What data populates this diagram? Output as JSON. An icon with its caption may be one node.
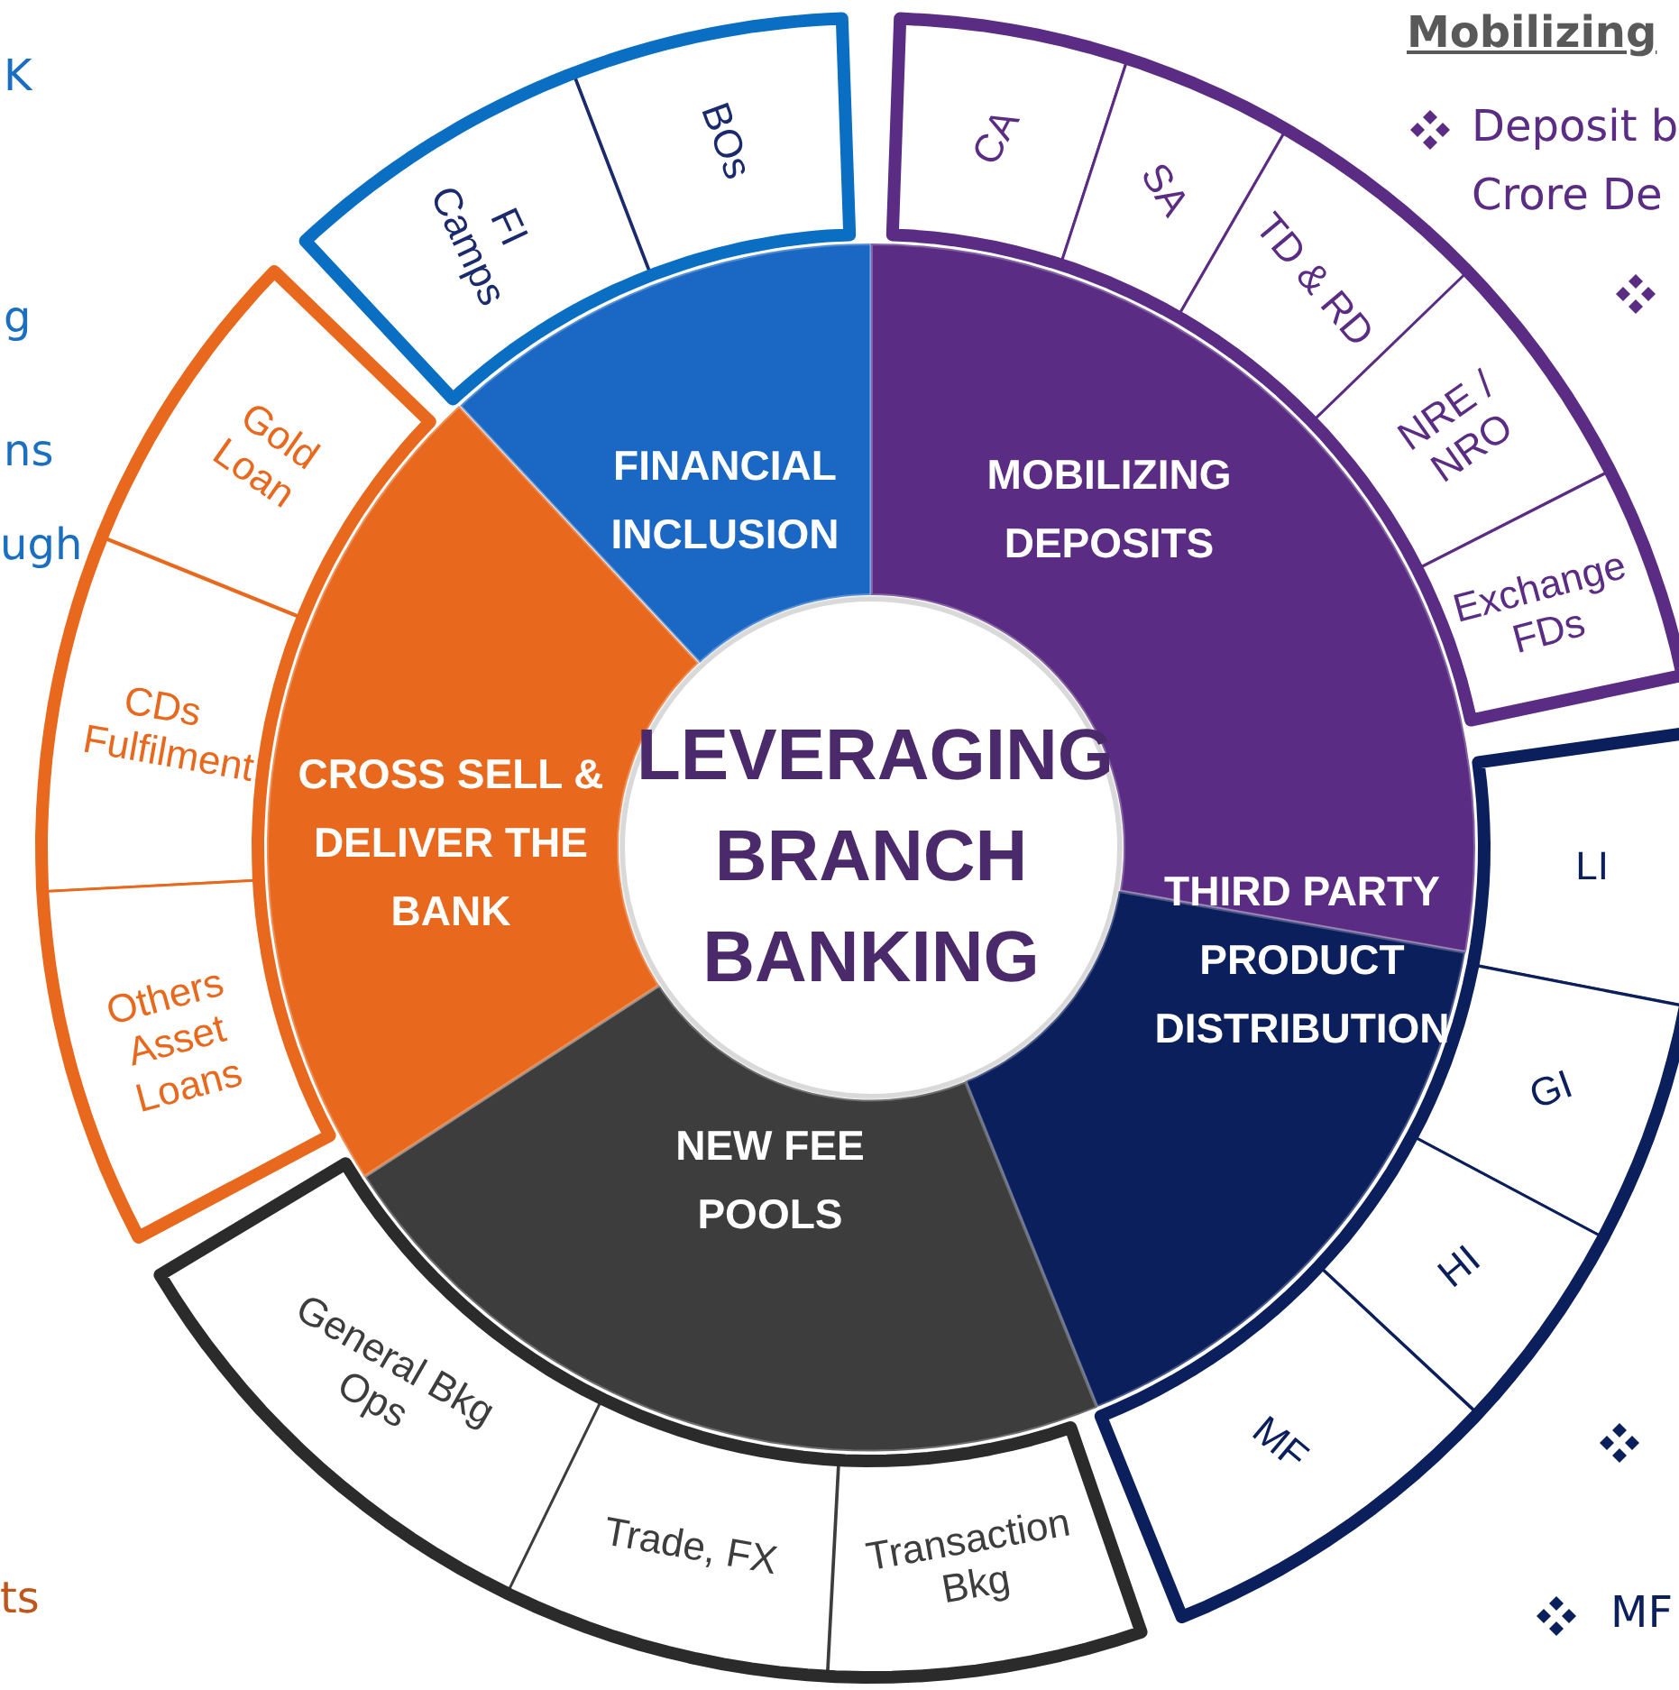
{
  "diagram": {
    "nodes": [
      {
        "text": [
          "LEVERAGING BRANCH BANKING"
        ]
      },
      {
        "text": [
          "FINANCIAL INCLUSION"
        ]
      },
      {
        "text": [
          "MOBILIZING DEPOSITS"
        ]
      },
      {
        "text": [
          "THIRD PARTY PRODUCT DISTRIBUTION"
        ]
      },
      {
        "text": [
          "NEW FEE POOLS"
        ]
      },
      {
        "text": [
          "CROSS SELL & DELIVER THE BANK"
        ]
      },
      {
        "text": [
          "FI Camps"
        ]
      },
      {
        "text": [
          "BOs"
        ]
      },
      {
        "text": [
          "CA"
        ]
      },
      {
        "text": [
          "SA"
        ]
      },
      {
        "text": [
          "TD & RD"
        ]
      },
      {
        "text": [
          "NRE / NRO"
        ]
      },
      {
        "text": [
          "Exchange FDs"
        ]
      },
      {
        "text": [
          "LI"
        ]
      },
      {
        "text": [
          "GI"
        ]
      },
      {
        "text": [
          "HI"
        ]
      },
      {
        "text": [
          "MF"
        ]
      },
      {
        "text": [
          "General Bkg Ops"
        ]
      },
      {
        "text": [
          "Trade, FX"
        ]
      },
      {
        "text": [
          "Transaction Bkg"
        ]
      },
      {
        "text": [
          "Gold Loan"
        ]
      },
      {
        "text": [
          "CDs Fulfilment"
        ]
      },
      {
        "text": [
          "Others Asset Loans"
        ]
      }
    ],
    "edges": [],
    "labels": [
      "K",
      "g",
      "ns",
      "ugh",
      "Mobilizing",
      "Deposit b",
      "Crore De",
      "ts",
      "MF"
    ]
  }
}
